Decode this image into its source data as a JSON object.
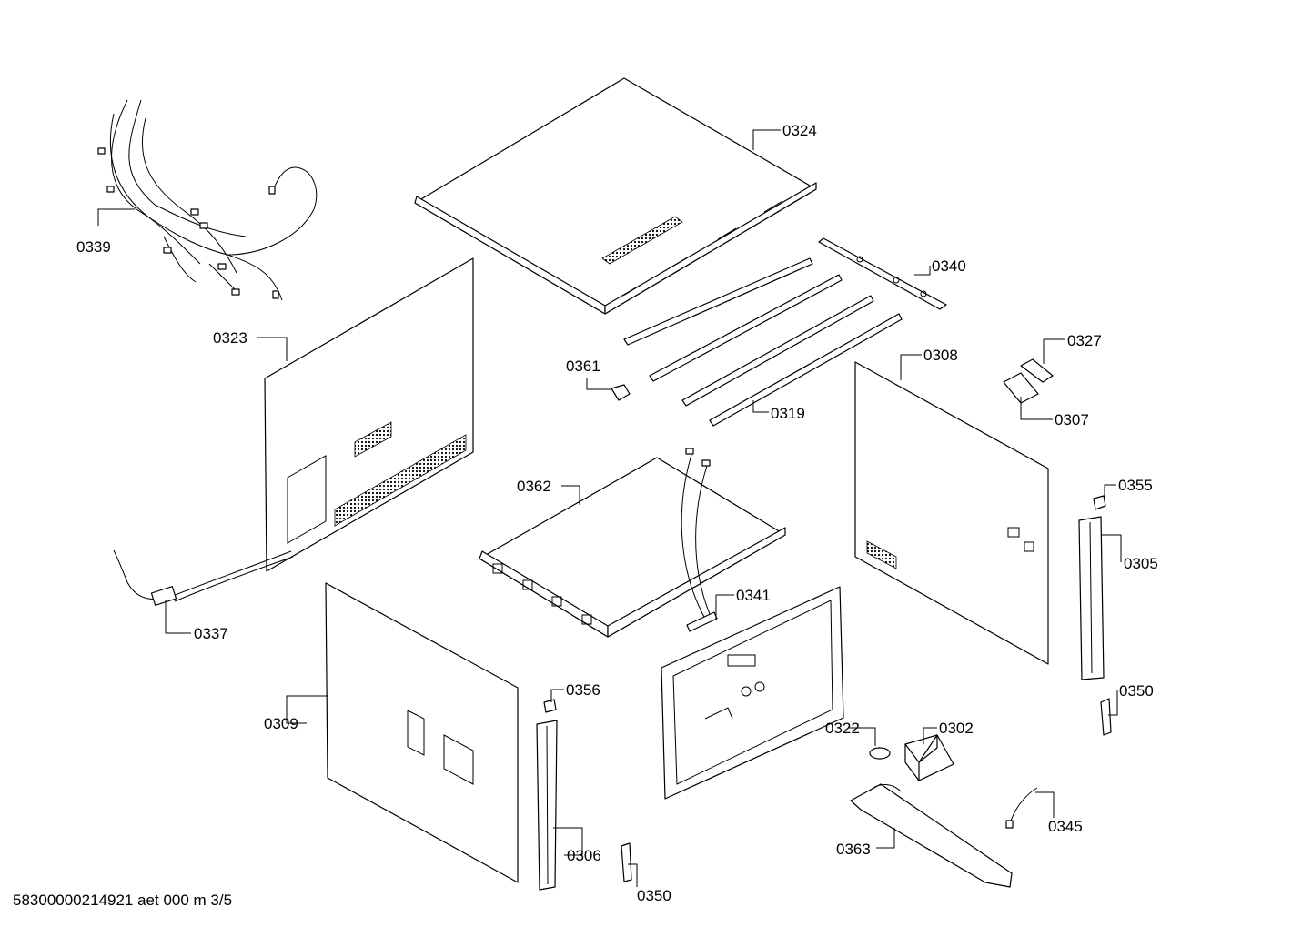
{
  "footer": "58300000214921 aet 000 m 3/5",
  "callouts": {
    "p0324": "0324",
    "p0339": "0339",
    "p0340": "0340",
    "p0323": "0323",
    "p0327": "0327",
    "p0361": "0361",
    "p0308": "0308",
    "p0319": "0319",
    "p0307": "0307",
    "p0362": "0362",
    "p0355": "0355",
    "p0305": "0305",
    "p0341": "0341",
    "p0337": "0337",
    "p0356": "0356",
    "p0350a": "0350",
    "p0309": "0309",
    "p0322": "0322",
    "p0302": "0302",
    "p0345": "0345",
    "p0363": "0363",
    "p0306": "0306",
    "p0350b": "0350"
  }
}
